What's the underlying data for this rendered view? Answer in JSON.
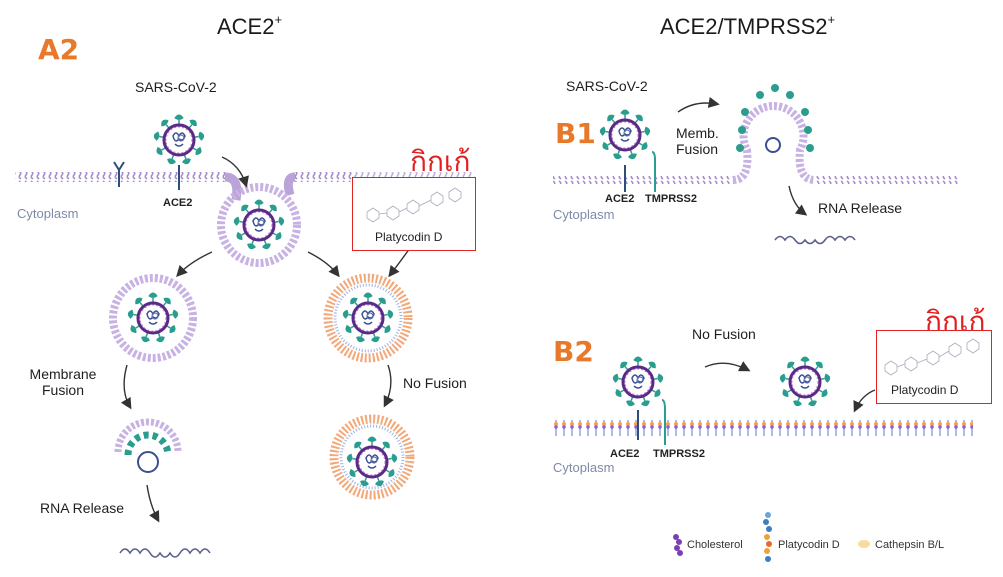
{
  "left_panel": {
    "title": "ACE2",
    "title_sup": "+",
    "panel_label": "A2",
    "virus_label": "SARS-CoV-2",
    "receptor_label": "ACE2",
    "cytoplasm_label": "Cytoplasm",
    "annotation_thai": "กิกเก้",
    "drug_box_label": "Platycodin D",
    "path_left_label_1": "Membrane",
    "path_left_label_2": "Fusion",
    "path_left_release": "RNA Release",
    "path_right_label": "No Fusion"
  },
  "right_panel": {
    "title": "ACE2/TMPRSS2",
    "title_sup": "+",
    "b1": {
      "panel_label": "B1",
      "virus_label": "SARS-CoV-2",
      "fusion_label_1": "Memb.",
      "fusion_label_2": "Fusion",
      "receptor_label": "ACE2",
      "protease_label": "TMPRSS2",
      "cytoplasm_label": "Cytoplasm",
      "release_label": "RNA Release"
    },
    "b2": {
      "panel_label": "B2",
      "no_fusion_label": "No Fusion",
      "receptor_label": "ACE2",
      "protease_label": "TMPRSS2",
      "cytoplasm_label": "Cytoplasm",
      "annotation_thai": "กิกเก้",
      "drug_box_label": "Platycodin D"
    }
  },
  "legend": {
    "items": [
      {
        "label": "Cholesterol",
        "icon": "cholesterol-icon",
        "color": "#7b3fb5"
      },
      {
        "label": "Platycodin D",
        "icon": "platycodin-icon",
        "color": "#3a7fc0"
      },
      {
        "label": "Cathepsin B/L",
        "icon": "cathepsin-icon",
        "color": "#f7dca0"
      }
    ]
  },
  "colors": {
    "membrane": "#b9a3d8",
    "spike": "#2a9d8f",
    "envelope": "#5b2a86",
    "rna": "#3b4f8f",
    "accent_orange": "#e8792b",
    "annotation_red": "#e02020"
  }
}
